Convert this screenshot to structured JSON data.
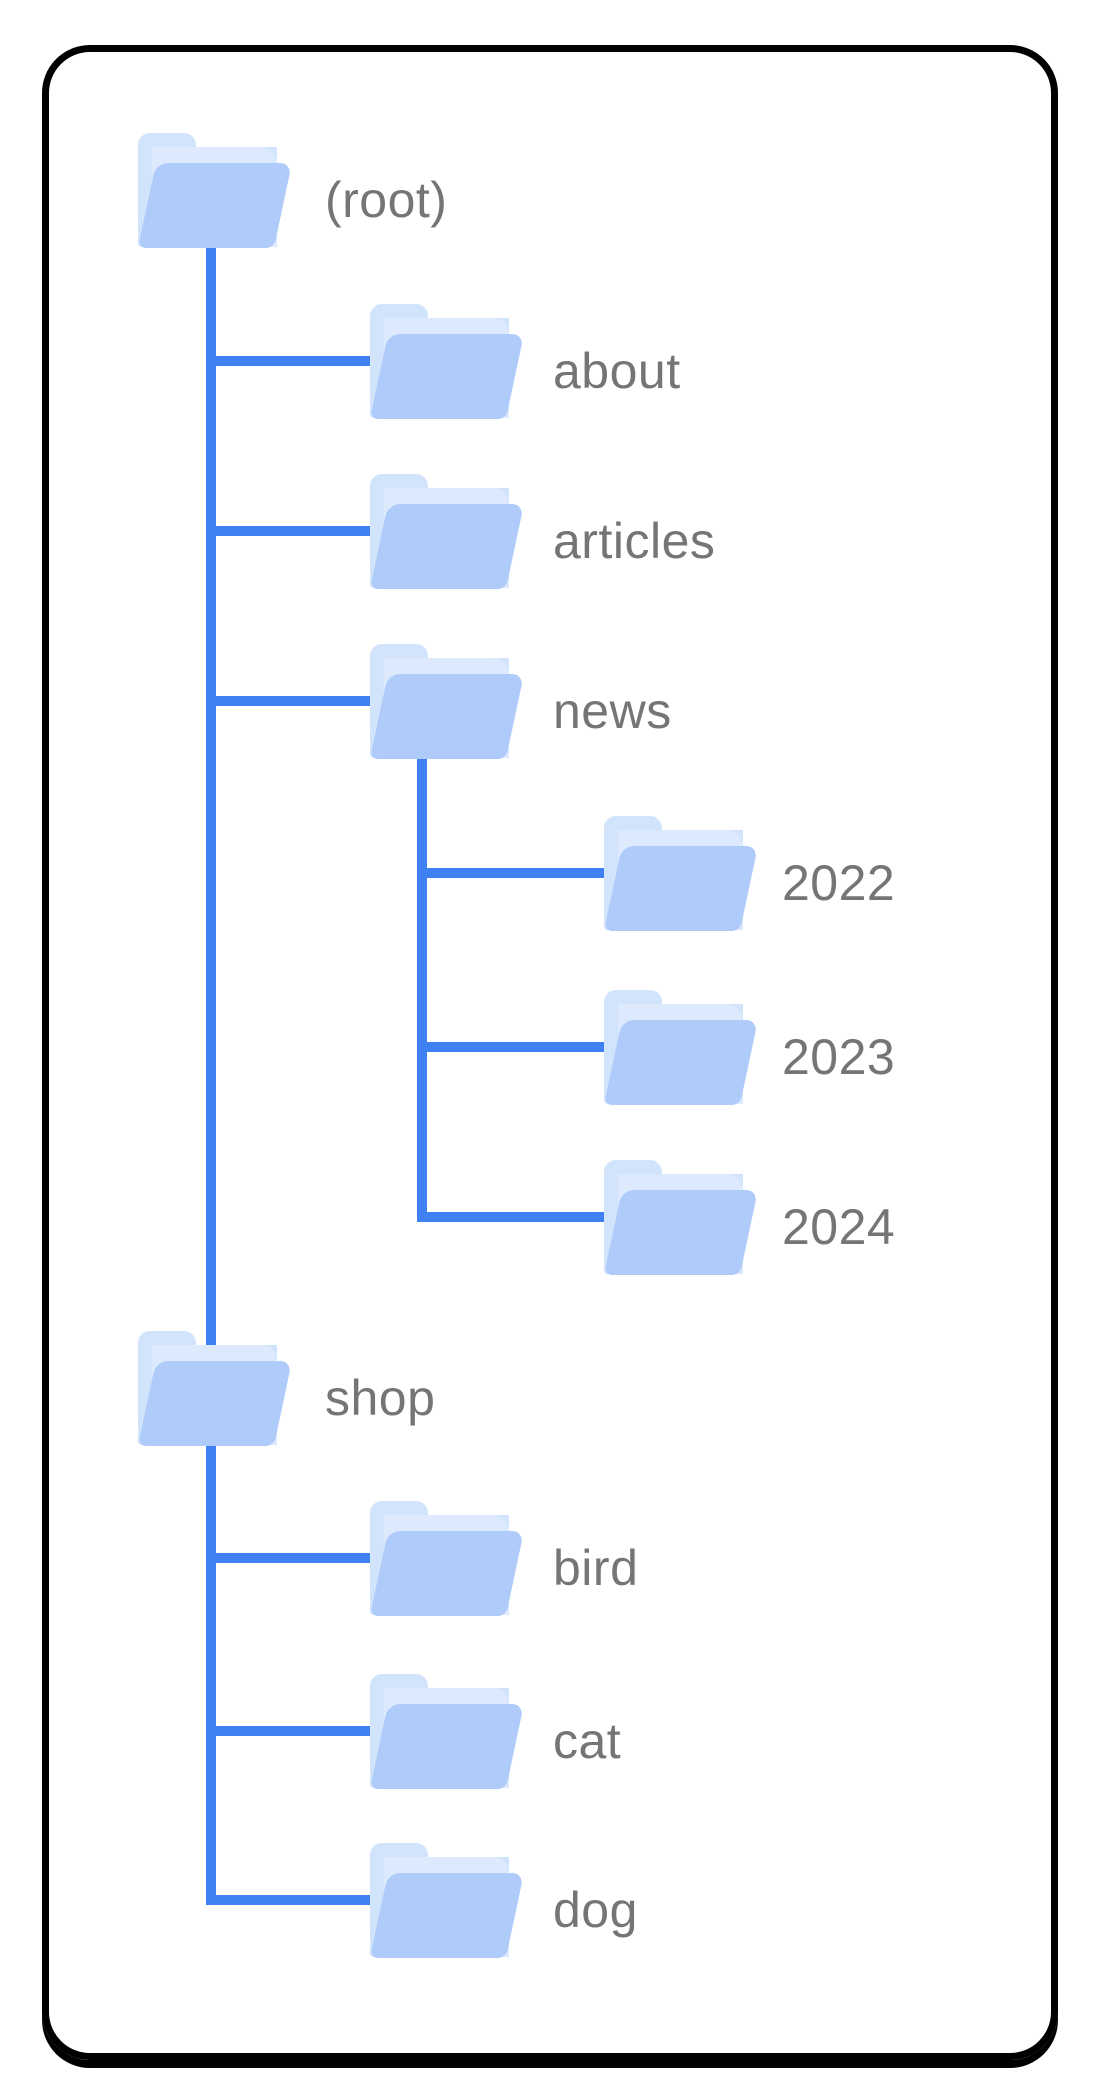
{
  "figure": {
    "type": "site-structure-tree",
    "colors": {
      "connector_blue": "#3f80f2",
      "folder_front": "#aecbfa",
      "folder_back": "#d2e3fc",
      "folder_sheet": "#dde9fd",
      "label_gray": "#757575",
      "card_border": "#000000",
      "background": "#ffffff"
    },
    "tree": {
      "label": "(root)",
      "children": [
        {
          "label": "about"
        },
        {
          "label": "articles"
        },
        {
          "label": "news",
          "children": [
            {
              "label": "2022"
            },
            {
              "label": "2023"
            },
            {
              "label": "2024"
            }
          ]
        },
        {
          "label": "shop",
          "children": [
            {
              "label": "bird"
            },
            {
              "label": "cat"
            },
            {
              "label": "dog"
            }
          ]
        }
      ]
    }
  }
}
